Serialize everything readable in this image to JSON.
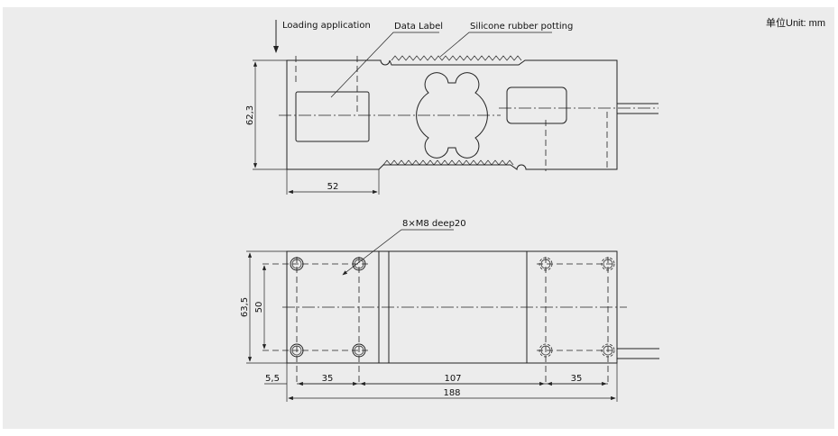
{
  "unit_label": "单位Unit: mm",
  "top_view": {
    "loading_label": "Loading application",
    "data_label": "Data Label",
    "potting_label": "Silicone rubber potting",
    "height_dim": "62,3",
    "offset_dim": "52"
  },
  "bottom_view": {
    "hole_callout": "8×M8 deep20",
    "height_dim": "63,5",
    "hole_spacing_v": "50",
    "edge_dim": "5,5",
    "left_pitch": "35",
    "middle_dim": "107",
    "right_pitch": "35",
    "length_dim": "188"
  },
  "colors": {
    "background": "#ececec",
    "line": "#222222"
  }
}
